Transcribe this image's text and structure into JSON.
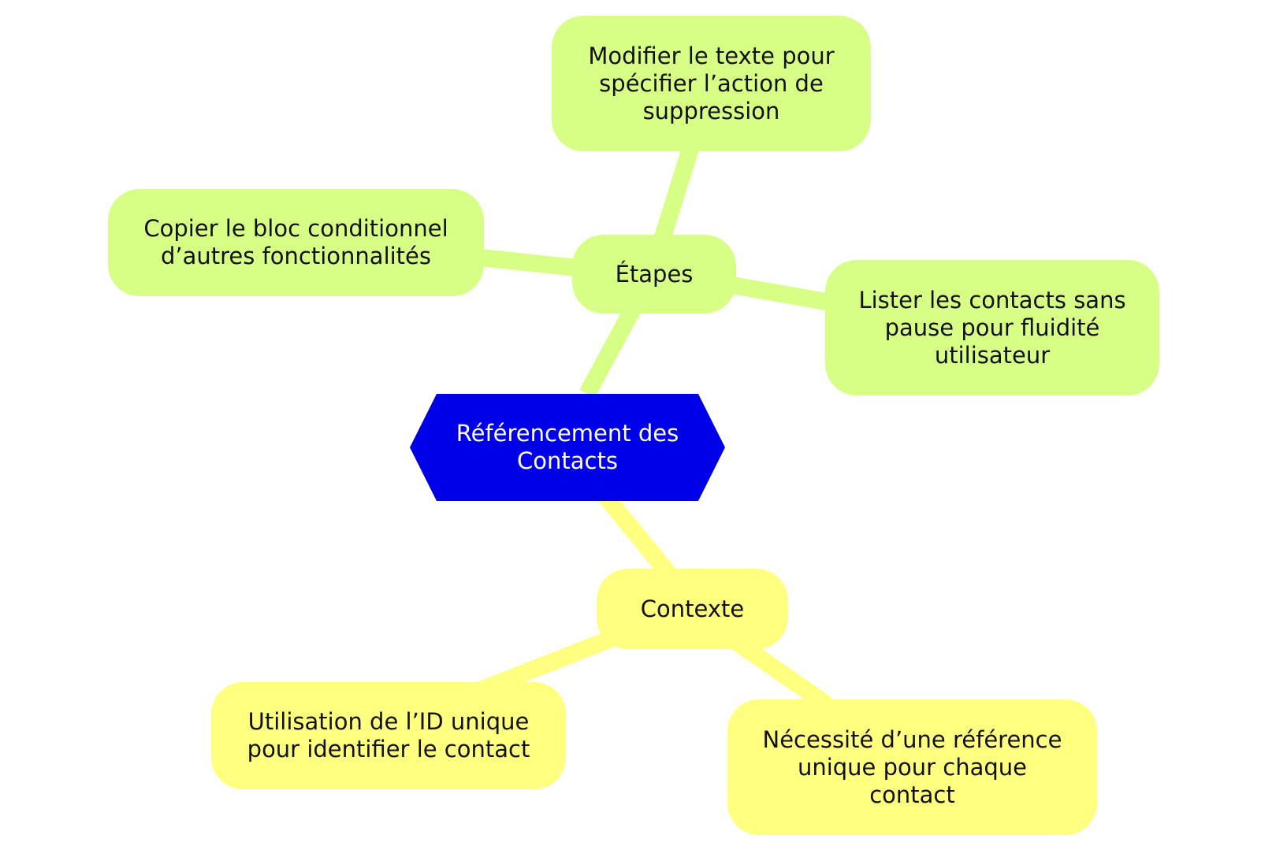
{
  "colors": {
    "root_fill": "#0000e8",
    "root_text": "#ffffff",
    "etapes_branch": "#d8ff85",
    "contexte_branch": "#ffff80",
    "node_text": "#111111",
    "background": "#ffffff"
  },
  "root": {
    "label": "Référencement des\nContacts"
  },
  "branches": {
    "etapes": {
      "label": "Étapes",
      "children": [
        "Modifier le texte pour\nspécifier l’action de\nsuppression",
        "Copier le bloc conditionnel\nd’autres fonctionnalités",
        "Lister les contacts sans\npause pour fluidité\nutilisateur"
      ]
    },
    "contexte": {
      "label": "Contexte",
      "children": [
        "Utilisation de l’ID unique\npour identifier le contact",
        "Nécessité d’une référence\nunique pour chaque\ncontact"
      ]
    }
  }
}
